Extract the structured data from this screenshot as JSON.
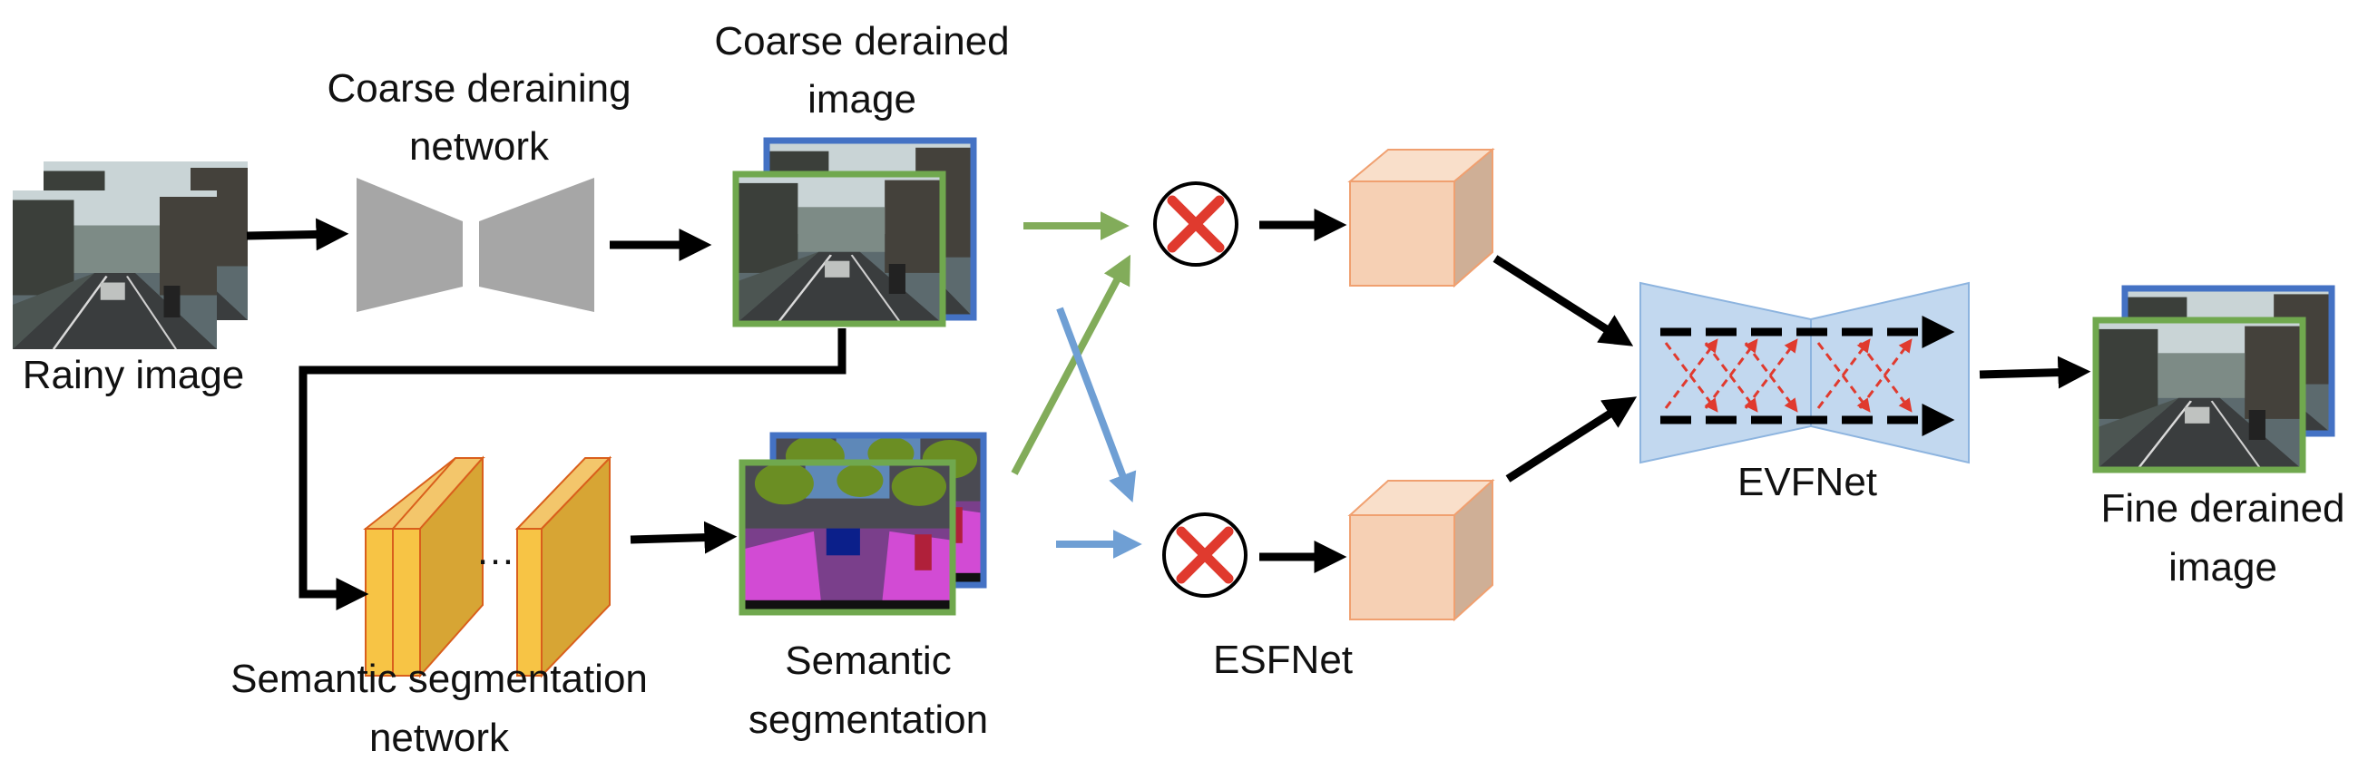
{
  "labels": {
    "rainy_image": "Rainy image",
    "coarse_net_line1": "Coarse deraining",
    "coarse_net_line2": "network",
    "coarse_img_line1": "Coarse derained",
    "coarse_img_line2": "image",
    "seg_net_line1": "Semantic segmentation",
    "seg_net_line2": "network",
    "seg_ellipsis": "…",
    "seg_out_line1": "Semantic",
    "seg_out_line2": "segmentation",
    "esfnet": "ESFNet",
    "evfnet": "EVFNet",
    "fine_line1": "Fine derained",
    "fine_line2": "image"
  },
  "colors": {
    "arrow": "#000000",
    "green_arrow": "#82ac5a",
    "blue_arrow": "#6f9fd4",
    "green_frame": "#70a84e",
    "blue_frame": "#4472c4",
    "x_mark": "#e03a2e",
    "cube": "#f6d0b4",
    "conv_block": "#d7a534",
    "evfnet_fill": "#c2d8ef",
    "net_grey": "#a6a6a6"
  }
}
